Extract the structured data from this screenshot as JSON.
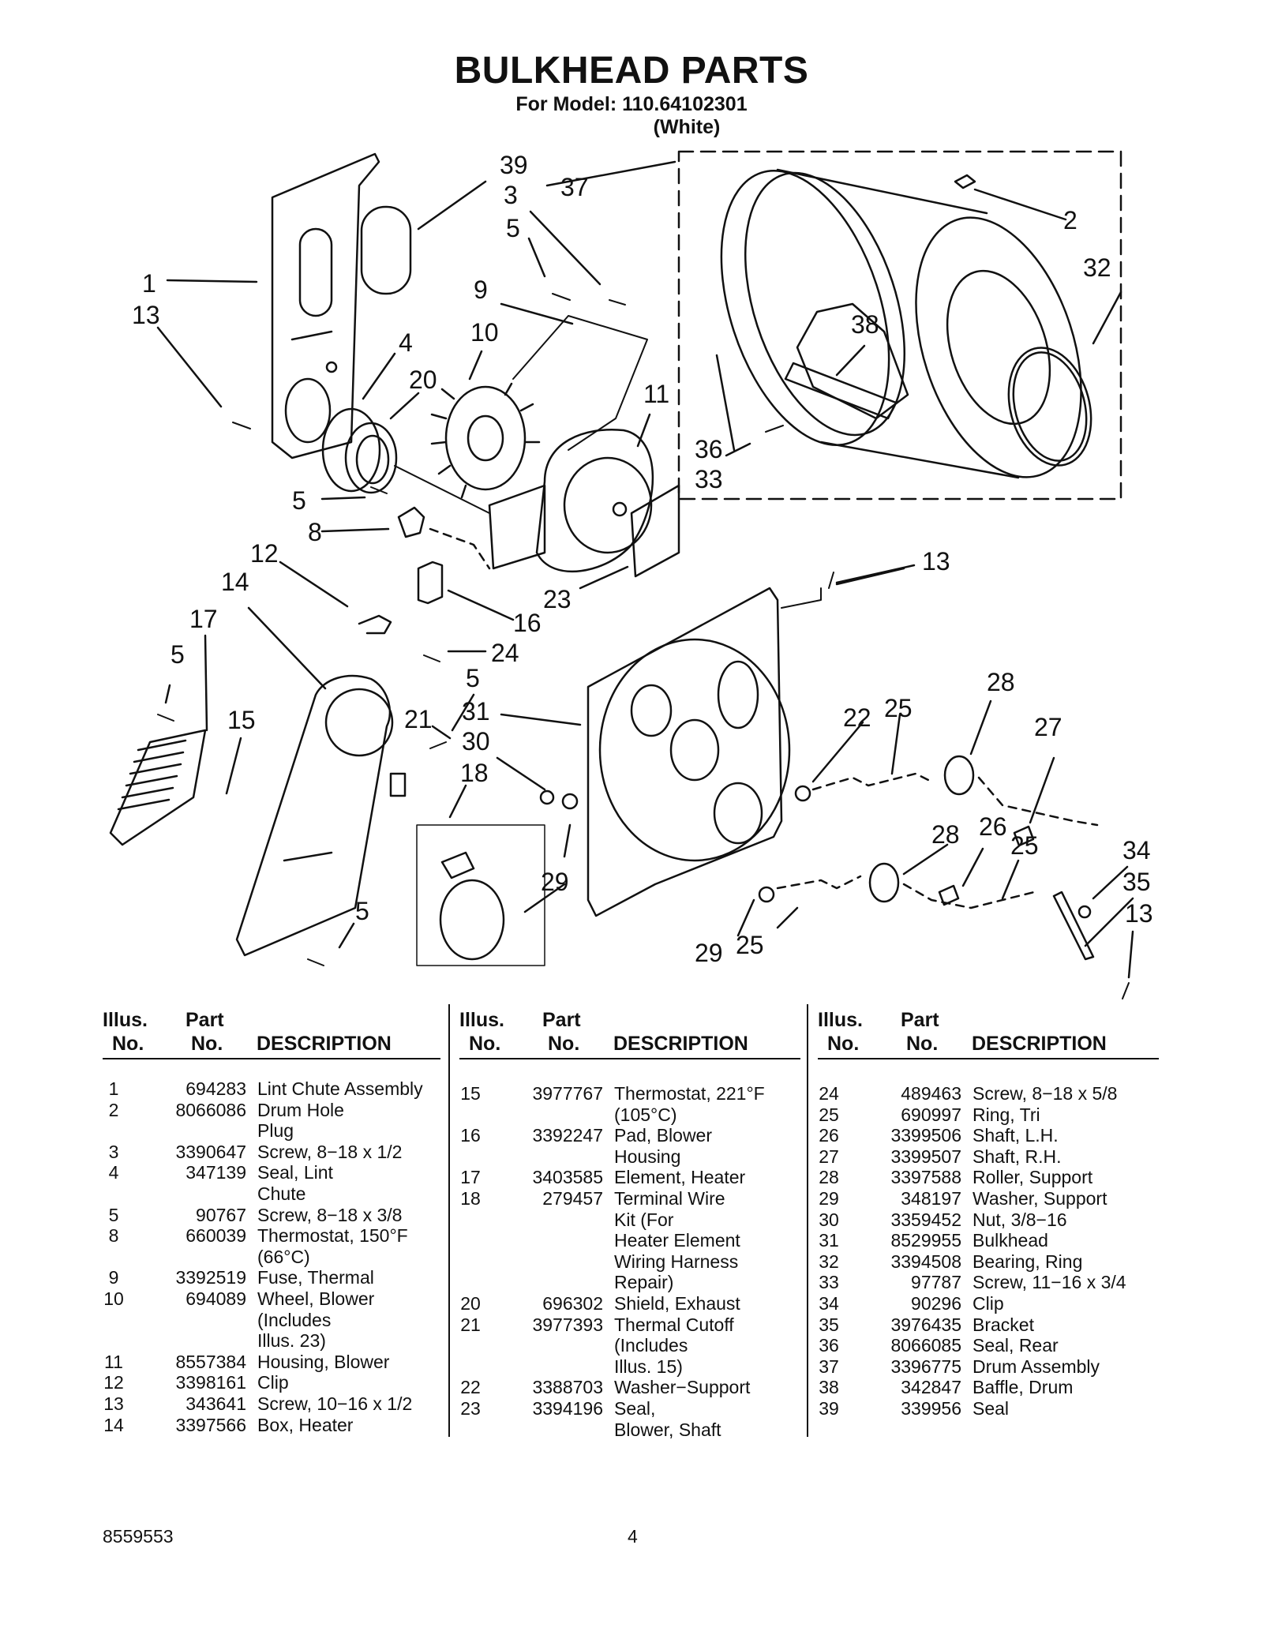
{
  "header": {
    "title": "BULKHEAD PARTS",
    "model_line": "For Model: 110.64102301",
    "color_line": "(White)"
  },
  "callouts": [
    "39",
    "3",
    "37",
    "5",
    "2",
    "32",
    "1",
    "13",
    "9",
    "10",
    "4",
    "20",
    "38",
    "11",
    "36",
    "33",
    "5",
    "8",
    "12",
    "23",
    "13",
    "14",
    "16",
    "17",
    "24",
    "5",
    "5",
    "28",
    "15",
    "21",
    "31",
    "25",
    "22",
    "27",
    "30",
    "18",
    "28",
    "26",
    "25",
    "34",
    "29",
    "35",
    "5",
    "13",
    "29",
    "25"
  ],
  "columns": {
    "headers": {
      "illus_top": "Illus.",
      "illus_bottom": "No.",
      "part_top": "Part",
      "part_bottom": "No.",
      "description": "DESCRIPTION"
    },
    "col1": [
      {
        "no": "1",
        "part": "694283",
        "desc": [
          "Lint Chute Assembly"
        ]
      },
      {
        "no": "2",
        "part": "8066086",
        "desc": [
          "Drum Hole",
          "Plug"
        ]
      },
      {
        "no": "3",
        "part": "3390647",
        "desc": [
          "Screw, 8−18 x 1/2"
        ]
      },
      {
        "no": "4",
        "part": "347139",
        "desc": [
          "Seal, Lint",
          "Chute"
        ]
      },
      {
        "no": "5",
        "part": "90767",
        "desc": [
          "Screw, 8−18 x 3/8"
        ]
      },
      {
        "no": "8",
        "part": "660039",
        "desc": [
          "Thermostat, 150°F",
          "(66°C)"
        ]
      },
      {
        "no": "9",
        "part": "3392519",
        "desc": [
          "Fuse, Thermal"
        ]
      },
      {
        "no": "10",
        "part": "694089",
        "desc": [
          "Wheel, Blower",
          "(Includes",
          " Illus. 23)"
        ]
      },
      {
        "no": "11",
        "part": "8557384",
        "desc": [
          "Housing, Blower"
        ]
      },
      {
        "no": "12",
        "part": "3398161",
        "desc": [
          "Clip"
        ]
      },
      {
        "no": "13",
        "part": "343641",
        "desc": [
          "Screw, 10−16 x 1/2"
        ]
      },
      {
        "no": "14",
        "part": "3397566",
        "desc": [
          "Box, Heater"
        ]
      }
    ],
    "col2": [
      {
        "no": "15",
        "part": "3977767",
        "desc": [
          "Thermostat, 221°F",
          "(105°C)"
        ]
      },
      {
        "no": "16",
        "part": "3392247",
        "desc": [
          "Pad, Blower",
          "Housing"
        ]
      },
      {
        "no": "17",
        "part": "3403585",
        "desc": [
          "Element, Heater"
        ]
      },
      {
        "no": "18",
        "part": "279457",
        "desc": [
          "Terminal Wire",
          "Kit (For",
          "Heater Element",
          "Wiring Harness",
          "Repair)"
        ]
      },
      {
        "no": "20",
        "part": "696302",
        "desc": [
          "Shield, Exhaust"
        ]
      },
      {
        "no": "21",
        "part": "3977393",
        "desc": [
          "Thermal Cutoff",
          "(Includes",
          " Illus. 15)"
        ]
      },
      {
        "no": "22",
        "part": "3388703",
        "desc": [
          "Washer−Support"
        ]
      },
      {
        "no": "23",
        "part": "3394196",
        "desc": [
          "Seal,",
          "Blower, Shaft"
        ]
      }
    ],
    "col3": [
      {
        "no": "24",
        "part": "489463",
        "desc": [
          "Screw, 8−18 x 5/8"
        ]
      },
      {
        "no": "25",
        "part": "690997",
        "desc": [
          "Ring, Tri"
        ]
      },
      {
        "no": "26",
        "part": "3399506",
        "desc": [
          "Shaft, L.H."
        ]
      },
      {
        "no": "27",
        "part": "3399507",
        "desc": [
          "Shaft, R.H."
        ]
      },
      {
        "no": "28",
        "part": "3397588",
        "desc": [
          "Roller, Support"
        ]
      },
      {
        "no": "29",
        "part": "348197",
        "desc": [
          "Washer, Support"
        ]
      },
      {
        "no": "30",
        "part": "3359452",
        "desc": [
          "Nut, 3/8−16"
        ]
      },
      {
        "no": "31",
        "part": "8529955",
        "desc": [
          "Bulkhead"
        ]
      },
      {
        "no": "32",
        "part": "3394508",
        "desc": [
          "Bearing, Ring"
        ]
      },
      {
        "no": "33",
        "part": "97787",
        "desc": [
          "Screw, 11−16 x 3/4"
        ]
      },
      {
        "no": "34",
        "part": "90296",
        "desc": [
          "Clip"
        ]
      },
      {
        "no": "35",
        "part": "3976435",
        "desc": [
          "Bracket"
        ]
      },
      {
        "no": "36",
        "part": "8066085",
        "desc": [
          "Seal, Rear"
        ]
      },
      {
        "no": "37",
        "part": "3396775",
        "desc": [
          "Drum Assembly"
        ]
      },
      {
        "no": "38",
        "part": "342847",
        "desc": [
          "Baffle, Drum"
        ]
      },
      {
        "no": "39",
        "part": "339956",
        "desc": [
          "Seal"
        ]
      }
    ]
  },
  "footer": {
    "doc_number": "8559553",
    "page_number": "4"
  }
}
